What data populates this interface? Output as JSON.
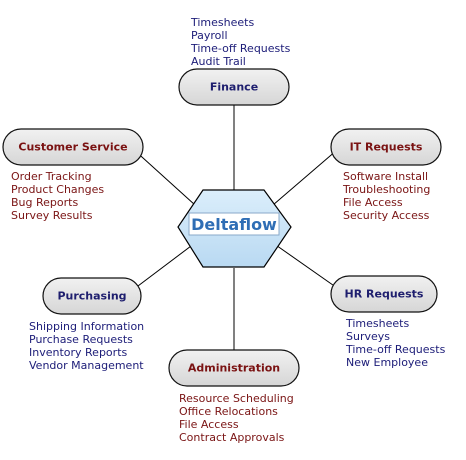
{
  "center": {
    "logo_text": "Deltaflow"
  },
  "colors": {
    "blue_text": "#1c1c78",
    "red_text": "#7a1414",
    "hexagon_fill": "#c9e3f7",
    "logo_blue": "#2f6eb5",
    "pill_fill": "#e2e2e2"
  },
  "nodes": [
    {
      "id": "finance",
      "label": "Finance",
      "color": "blue",
      "items": [
        "Timesheets",
        "Payroll",
        "Time-off Requests",
        "Audit Trail"
      ]
    },
    {
      "id": "customer-service",
      "label": "Customer Service",
      "color": "red",
      "items": [
        "Order Tracking",
        "Product Changes",
        "Bug Reports",
        "Survey Results"
      ]
    },
    {
      "id": "it-requests",
      "label": "IT Requests",
      "color": "red",
      "items": [
        "Software Install",
        "Troubleshooting",
        "File Access",
        "Security Access"
      ]
    },
    {
      "id": "purchasing",
      "label": "Purchasing",
      "color": "blue",
      "items": [
        "Shipping Information",
        "Purchase Requests",
        "Inventory Reports",
        "Vendor Management"
      ]
    },
    {
      "id": "hr-requests",
      "label": "HR Requests",
      "color": "blue",
      "items": [
        "Timesheets",
        "Surveys",
        "Time-off Requests",
        "New Employee"
      ]
    },
    {
      "id": "administration",
      "label": "Administration",
      "color": "red",
      "items": [
        "Resource Scheduling",
        "Office Relocations",
        "File Access",
        "Contract Approvals"
      ]
    }
  ]
}
